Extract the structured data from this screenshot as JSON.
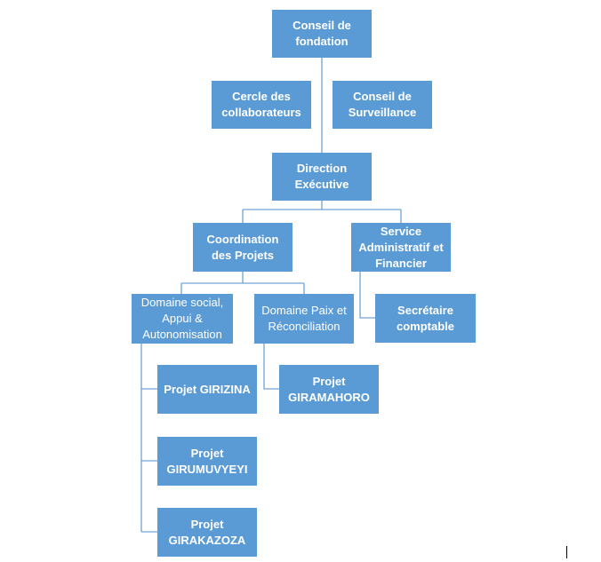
{
  "diagram": {
    "accent_color": "#5b9bd5",
    "line_color": "#6fa3d6",
    "nodes": {
      "conseil_fondation": "Conseil de\nfondation",
      "cercle_collaborateurs": "Cercle des\ncollaborateurs",
      "conseil_surveillance": "Conseil de\nSurveillance",
      "direction_executive": "Direction\nExécutive",
      "coordination_projets": "Coordination\ndes Projets",
      "service_admin": "Service\nAdministratif et\nFinancier",
      "domaine_social": "Domaine social,\nAppui &\nAutonomisation",
      "domaine_paix": "Domaine Paix et\nRéconciliation",
      "secretaire_comptable": "Secrétaire\ncomptable",
      "projet_girizina": "Projet GIRIZINA",
      "projet_giramahoro": "Projet\nGIRAMAHORO",
      "projet_girumuvyeyi": "Projet\nGIRUMUVYEYI",
      "projet_girakazoza": "Projet\nGIRAKAZOZA"
    }
  }
}
